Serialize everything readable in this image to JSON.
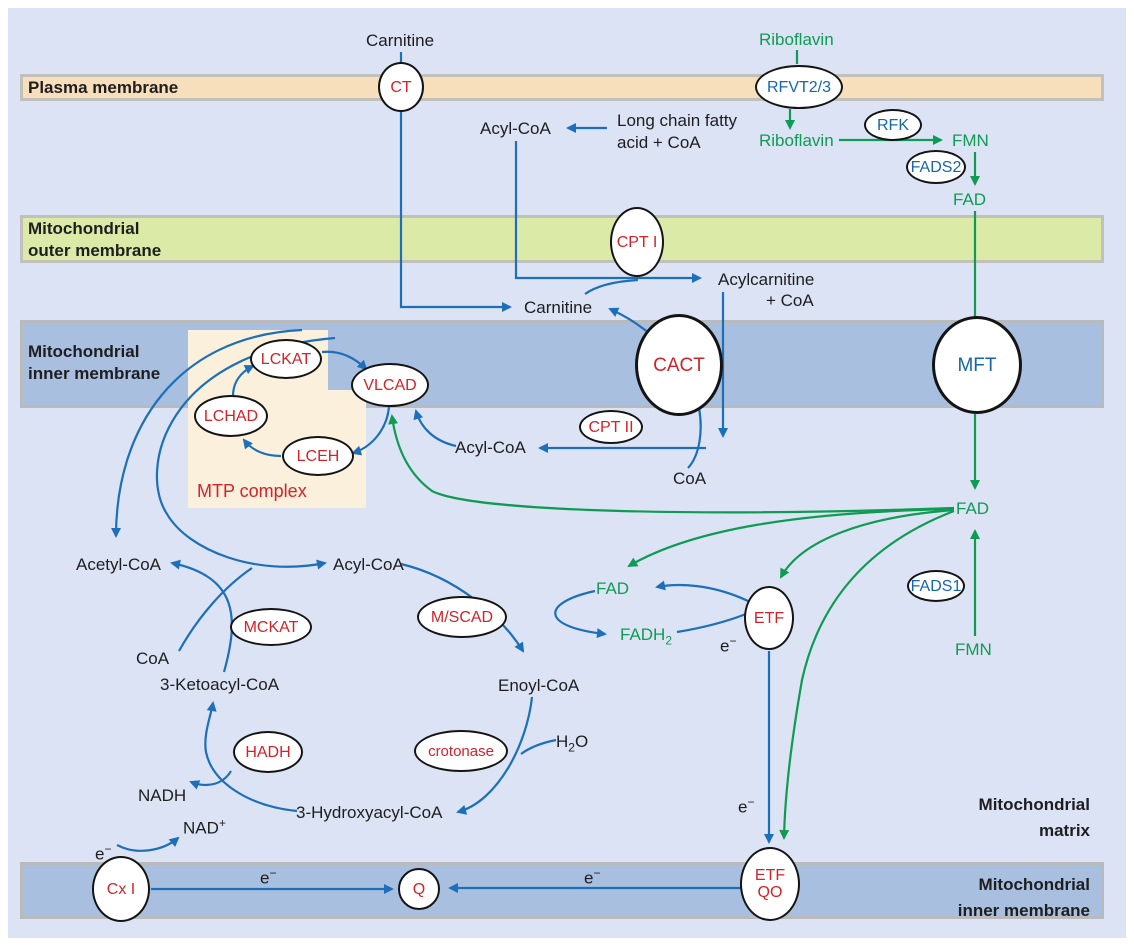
{
  "palette": {
    "background_panel": "#dce3f4",
    "plasma_membrane_fill": "#f8dfbc",
    "outer_membrane_fill": "#dceaa8",
    "inner_membrane_fill": "#a9bfdf",
    "membrane_border": "#c2c0ba",
    "mtp_box_fill": "#faf0dc",
    "arrow_blue": "#1c6fb8",
    "arrow_green": "#0f9b53",
    "enzyme_red": "#d2232a",
    "enzyme_blue": "#1467ad",
    "text_black": "#1e1e20"
  },
  "membranes": {
    "plasma": "Plasma membrane",
    "outer_line1": "Mitochondrial",
    "outer_line2": "outer membrane",
    "inner_line1": "Mitochondrial",
    "inner_line2": "inner membrane",
    "matrix_line1": "Mitochondrial",
    "matrix_line2": "matrix",
    "bottom_line1": "Mitochondrial",
    "bottom_line2": "inner membrane"
  },
  "enzymes": {
    "ct": "CT",
    "rfvt": "RFVT2/3",
    "rfk": "RFK",
    "fads2": "FADS2",
    "cpt1": "CPT I",
    "cact": "CACT",
    "mft": "MFT",
    "vlcad": "VLCAD",
    "lckat": "LCKAT",
    "lchad": "LCHAD",
    "lceh": "LCEH",
    "cpt2": "CPT II",
    "mckat": "MCKAT",
    "mscad": "M/SCAD",
    "etf": "ETF",
    "fads1": "FADS1",
    "hadh": "HADH",
    "crotonase": "crotonase",
    "cx1": "Cx I",
    "q": "Q",
    "etfqo_line1": "ETF",
    "etfqo_line2": "QO",
    "mtp_complex": "MTP complex"
  },
  "metabolites": {
    "carnitine_top": "Carnitine",
    "riboflavin_top": "Riboflavin",
    "acylcoa_top": "Acyl-CoA",
    "lcfa_line1": "Long chain fatty",
    "lcfa_line2": "acid + CoA",
    "riboflavin_in": "Riboflavin",
    "fmn_top": "FMN",
    "fad_top": "FAD",
    "carnitine_mid": "Carnitine",
    "acylcarnitine": "Acylcarnitine",
    "acylcarnitine_coa": "+ CoA",
    "acylcoa_ims": "Acyl-CoA",
    "coa_ims": "CoA",
    "fad_right": "FAD",
    "acetylcoa": "Acetyl-CoA",
    "acylcoa_matrix": "Acyl-CoA",
    "fad_mid": "FAD",
    "fadh2": "FADH",
    "fmn_bottom": "FMN",
    "coa_matrix": "CoA",
    "ketoacyl": "3-Ketoacyl-CoA",
    "enoyl": "Enoyl-CoA",
    "nadh": "NADH",
    "nad": "NAD",
    "hydroxyacyl": "3-Hydroxyacyl-CoA"
  },
  "sym": {
    "e": "e",
    "minus": "−",
    "plus": "+",
    "two": "2",
    "h": "H",
    "o": "O"
  }
}
